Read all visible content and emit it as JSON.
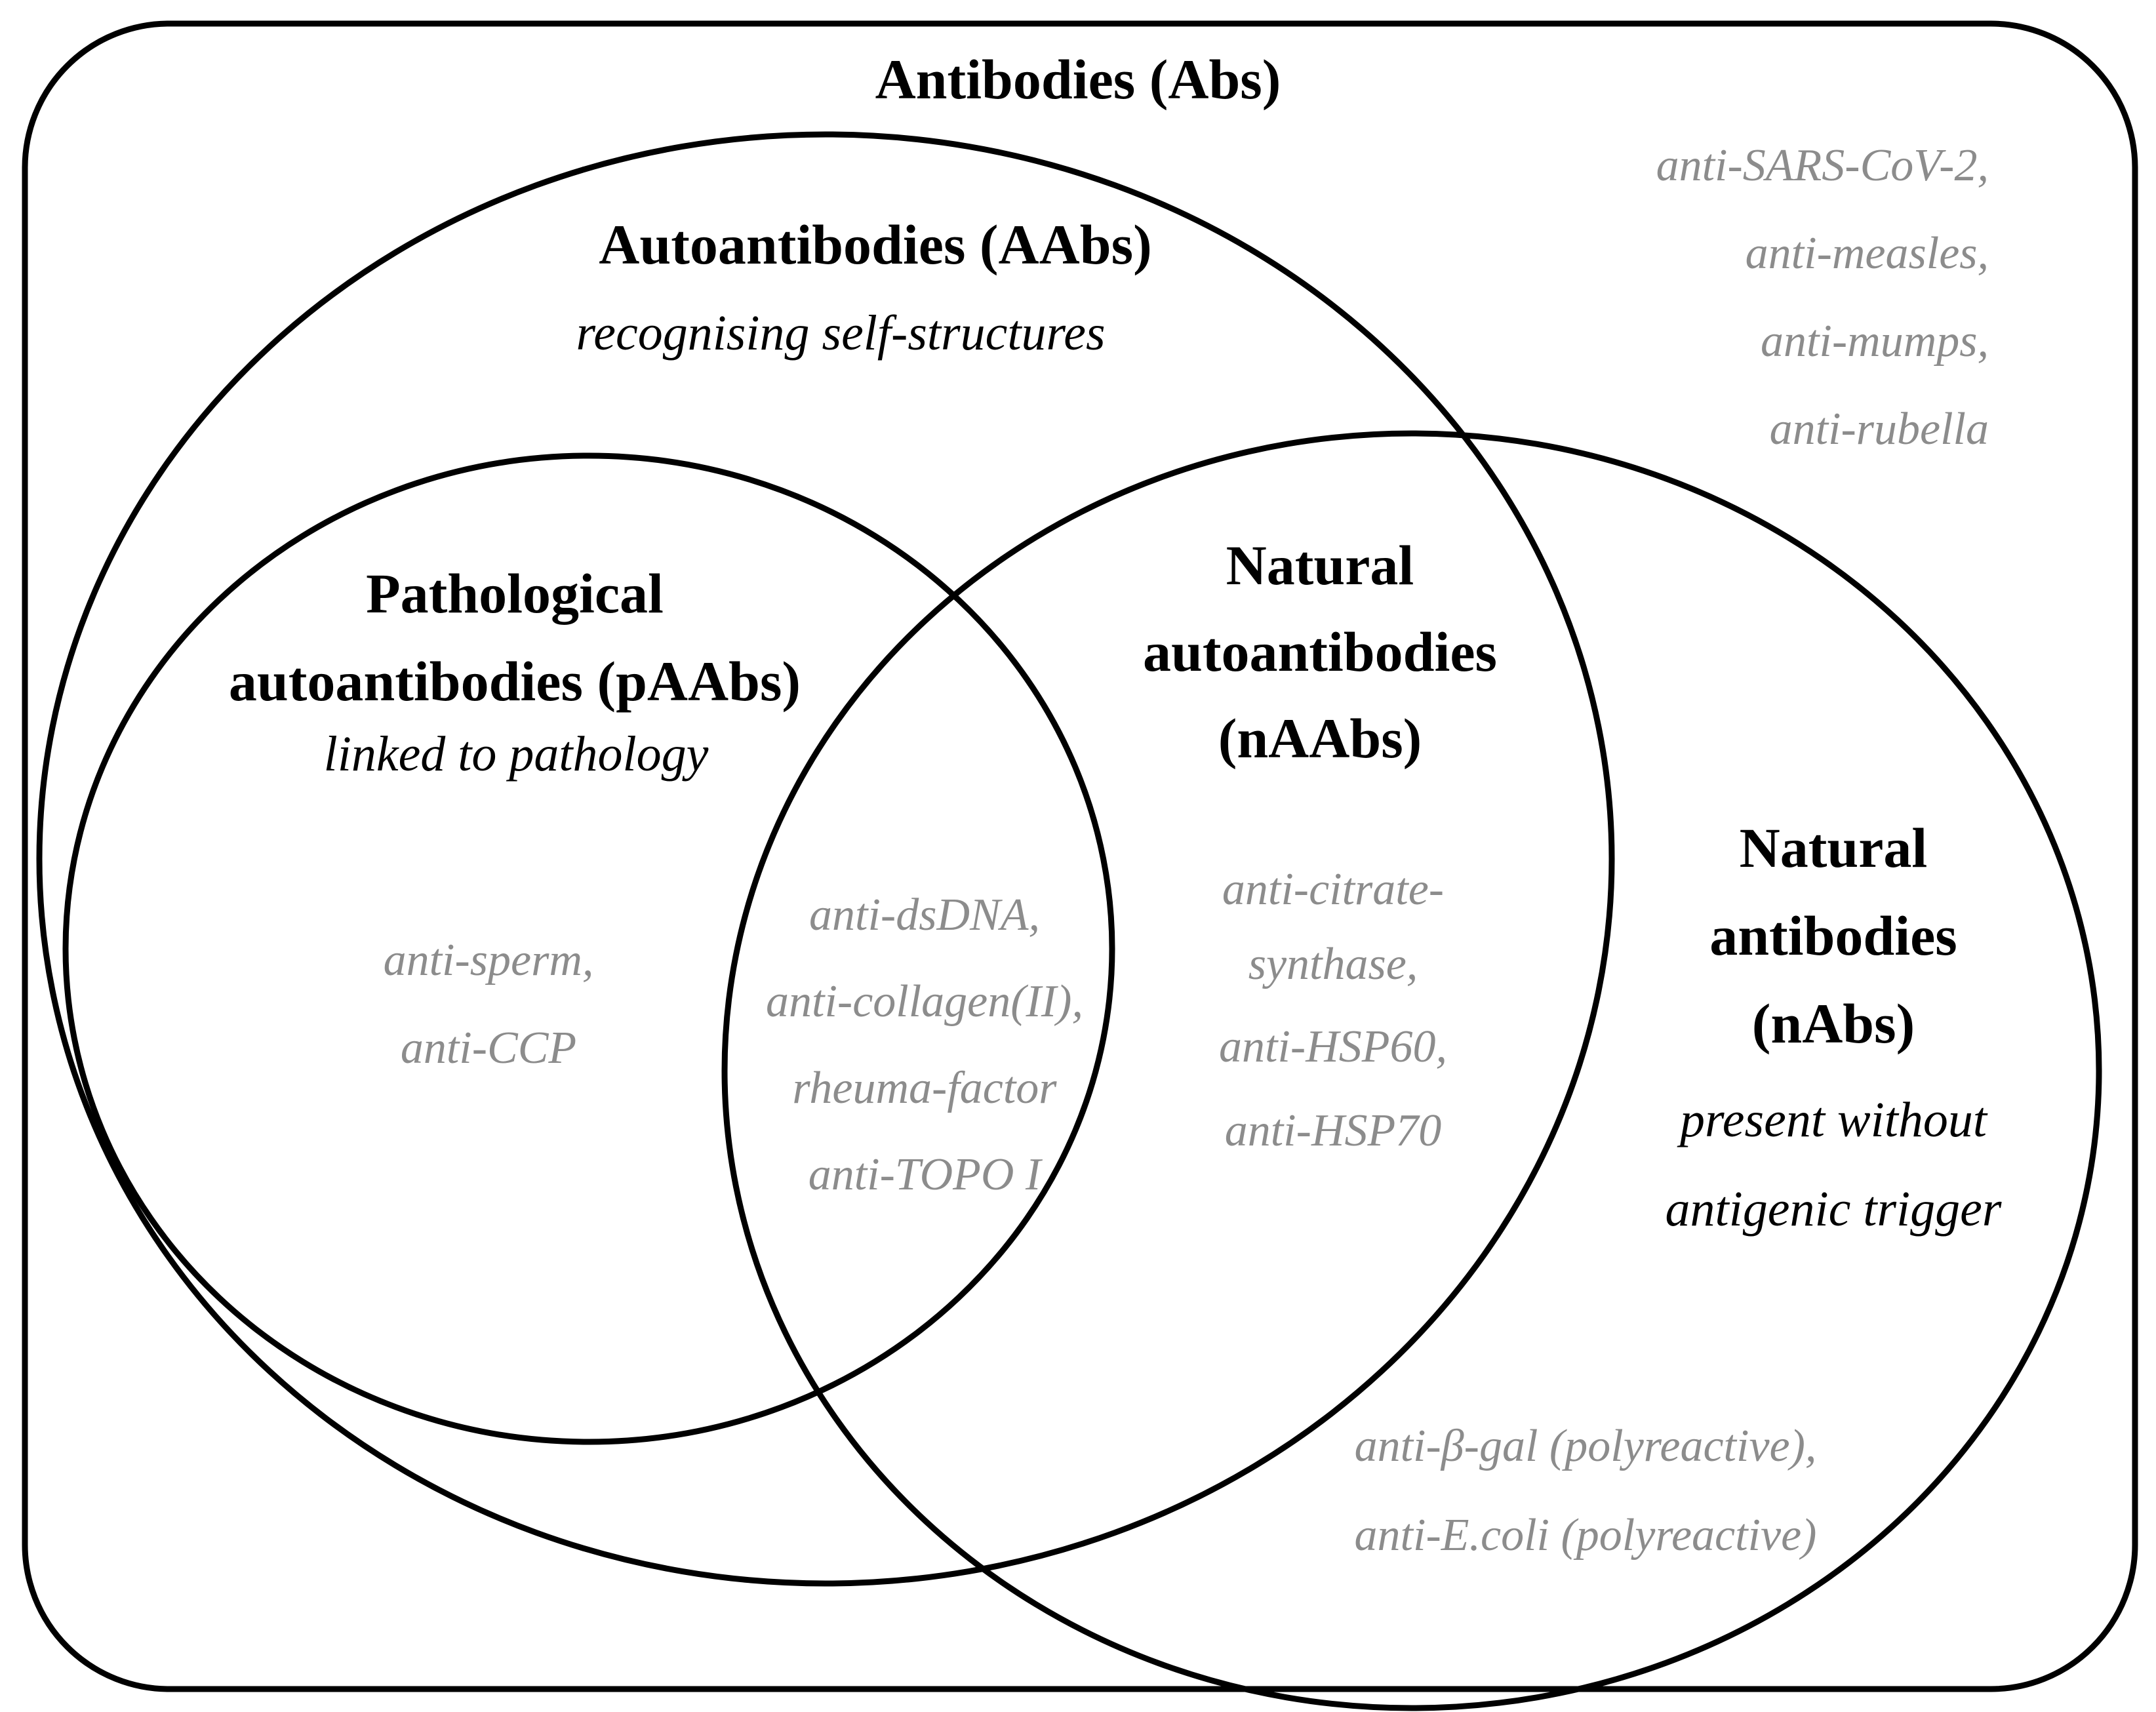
{
  "colors": {
    "outline": "#000000",
    "title_text": "#000000",
    "example_text": "#8c8c8c",
    "background": "#ffffff"
  },
  "antibodies": {
    "title": "Antibodies (Abs)",
    "examples": [
      "anti-SARS-CoV-2,",
      "anti-measles,",
      "anti-mumps,",
      "anti-rubella"
    ]
  },
  "aabs": {
    "title": "Autoantibodies (AAbs)",
    "description": "recognising self-structures"
  },
  "paabs": {
    "title_line1": "Pathological",
    "title_line2": "autoantibodies (pAAbs)",
    "description": "linked to pathology",
    "examples": [
      "anti-sperm,",
      "anti-CCP"
    ]
  },
  "overlap": {
    "examples": [
      "anti-dsDNA,",
      "anti-collagen(II),",
      "rheuma-factor",
      "anti-TOPO I"
    ]
  },
  "naabs": {
    "title_line1": "Natural",
    "title_line2": "autoantibodies",
    "title_line3": "(nAAbs)",
    "examples": [
      "anti-citrate-",
      "synthase,",
      "anti-HSP60,",
      "anti-HSP70"
    ]
  },
  "nabs": {
    "title_line1": "Natural",
    "title_line2": "antibodies",
    "title_line3": "(nAbs)",
    "description_line1": "present without",
    "description_line2": "antigenic trigger",
    "examples": [
      "anti-β-gal (polyreactive),",
      "anti-E.coli (polyreactive)"
    ]
  }
}
